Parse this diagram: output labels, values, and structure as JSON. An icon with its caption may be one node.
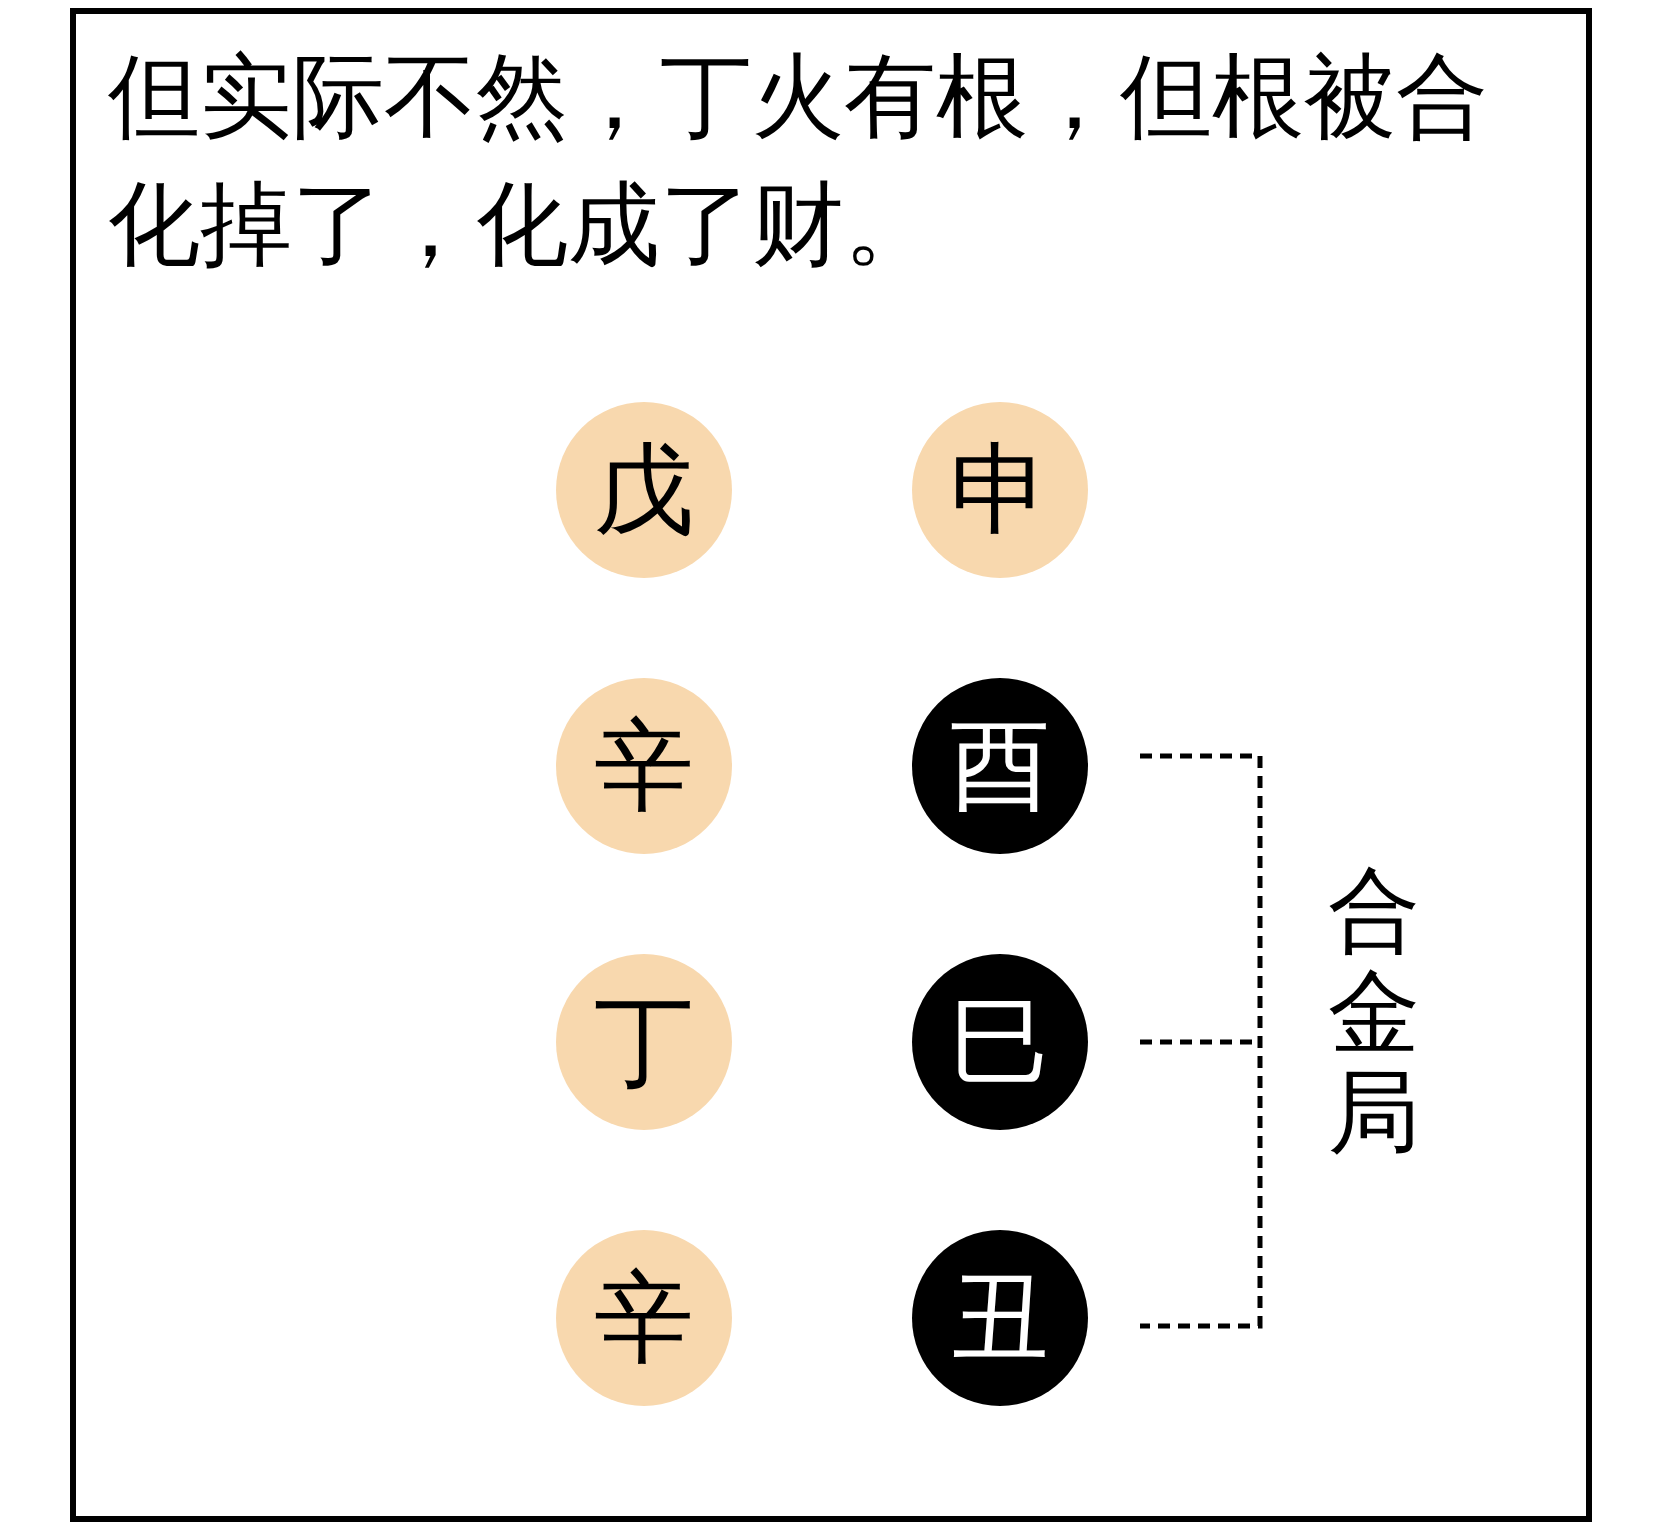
{
  "diagram": {
    "title": "但实际不然，丁火有根，但根被合化掉了，化成了财。",
    "nodes": [
      {
        "text": [
          "戊"
        ]
      },
      {
        "text": [
          "申"
        ]
      },
      {
        "text": [
          "辛"
        ]
      },
      {
        "text": [
          "酉"
        ]
      },
      {
        "text": [
          "丁"
        ]
      },
      {
        "text": [
          "巳"
        ]
      },
      {
        "text": [
          "辛"
        ]
      },
      {
        "text": [
          "丑"
        ]
      }
    ],
    "labels": [
      "合金局"
    ]
  }
}
